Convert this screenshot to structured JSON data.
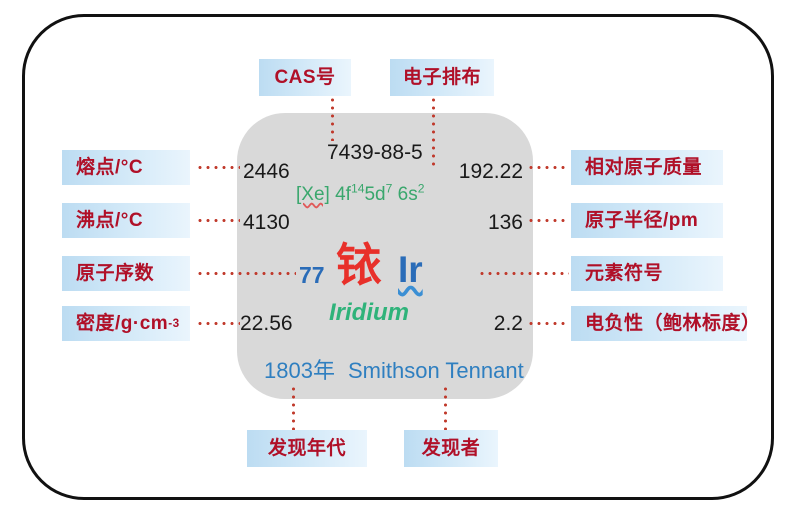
{
  "frame": {
    "border_color": "#111111",
    "panel_color": "#d9d9d9"
  },
  "callouts": {
    "cas_number": "CAS号",
    "electron_configuration": "电子排布",
    "melting_point": "熔点/°C",
    "boiling_point": "沸点/°C",
    "atomic_number": "原子序数",
    "density_main": "密度/g·cm",
    "density_sup": "-3",
    "relative_atomic_mass": "相对原子质量",
    "atomic_radius": "原子半径/pm",
    "element_symbol": "元素符号",
    "electronegativity": "电负性（鲍林标度）",
    "discovery_year": "发现年代",
    "discoverer": "发现者"
  },
  "element": {
    "cas_number": "7439-88-5",
    "melting_point": "2446",
    "boiling_point": "4130",
    "density": "22.56",
    "relative_atomic_mass": "192.22",
    "atomic_radius": "136",
    "electronegativity": "2.2",
    "atomic_number": "77",
    "name_cn": "铱",
    "symbol": "Ir",
    "name_en": "Iridium",
    "discovery_year": "1803年",
    "discoverer": "Smithson Tennant",
    "electron_configuration": {
      "core": "[Xe]",
      "f_shell": "4f",
      "f_count": "14",
      "d_shell": "5d",
      "d_count": "7",
      "s_shell": "6s",
      "s_count": "2"
    }
  },
  "colors": {
    "label_text": "#b01028",
    "label_bg_start": "#bcdcf2",
    "label_bg_end": "#eaf5fd",
    "dot_line": "#c0392b",
    "value_text": "#1a1a1a",
    "econfig_text": "#3aa76d",
    "atomic_number_text": "#2a6cb8",
    "name_cn_text": "#e8302a",
    "symbol_text": "#2a6cb8",
    "name_en_text": "#2fb37a",
    "discovery_text": "#2f7fc0"
  }
}
